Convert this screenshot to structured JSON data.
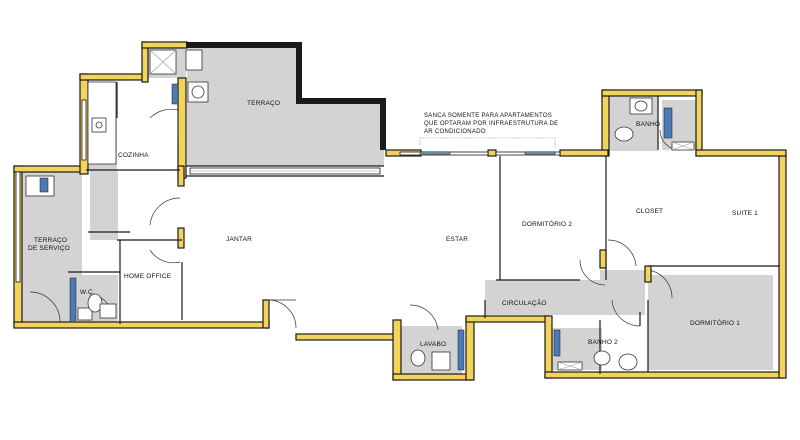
{
  "rooms": {
    "terraco": "TERRAÇO",
    "cozinha": "COZINHA",
    "terraco_servico_1": "TERRAÇO",
    "terraco_servico_2": "DE SERVIÇO",
    "jantar": "JANTAR",
    "estar": "ESTAR",
    "home_office": "HOME OFFICE",
    "wc": "W.C.",
    "dormitorio_2": "DORMITÓRIO 2",
    "closet": "CLOSET",
    "suite_1": "SUITE 1",
    "banho": "BANHO",
    "circulacao": "CIRCULAÇÃO",
    "lavabo": "LAVABO",
    "banho_2": "BANHO 2",
    "dormitorio_1": "DORMITÓRIO 1"
  },
  "note": {
    "line1": "SANCA SOMENTE PARA APARTAMENTOS",
    "line2": "QUE OPTARAM POR INFRAESTRUTURA DE",
    "line3": "AR CONDICIONADO"
  },
  "colors": {
    "wall_fill": "#f2d45c",
    "wall_outline": "#1a1a1a",
    "floor_gray": "#d3d3d3",
    "fixture_blue": "#4d7ab5"
  }
}
